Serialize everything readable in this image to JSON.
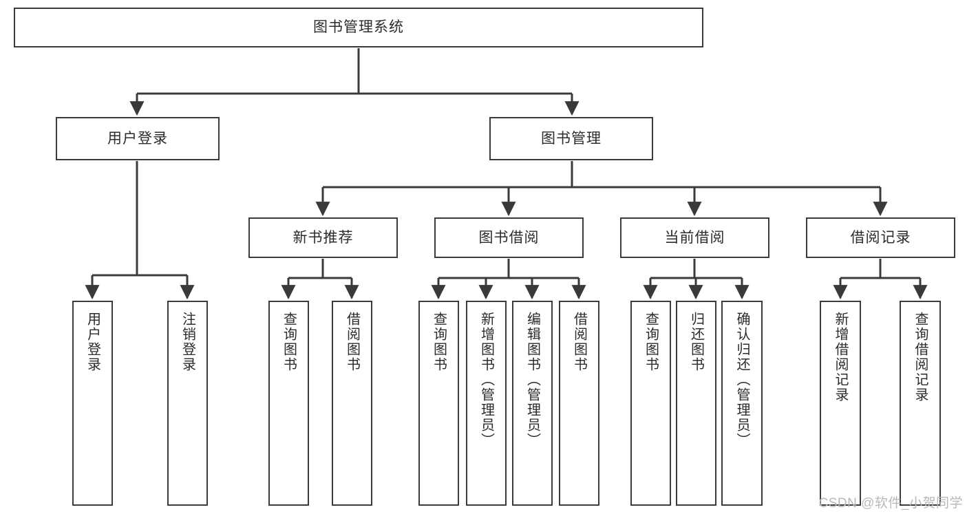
{
  "diagram": {
    "title": "图书管理系统",
    "type": "tree",
    "orientation": "top-down",
    "root": {
      "label": "图书管理系统"
    },
    "level2": [
      {
        "label": "用户登录"
      },
      {
        "label": "图书管理"
      }
    ],
    "level3": [
      {
        "label": "新书推荐"
      },
      {
        "label": "图书借阅"
      },
      {
        "label": "当前借阅"
      },
      {
        "label": "借阅记录"
      }
    ],
    "leaves": {
      "user_login": [
        {
          "label": "用户登录"
        },
        {
          "label": "注销登录"
        }
      ],
      "new_book_recommend": [
        {
          "label": "查询图书"
        },
        {
          "label": "借阅图书"
        }
      ],
      "book_borrow": [
        {
          "label": "查询图书"
        },
        {
          "label": "新增图书（管理员）"
        },
        {
          "label": "编辑图书（管理员）"
        },
        {
          "label": "借阅图书"
        }
      ],
      "current_borrow": [
        {
          "label": "查询图书"
        },
        {
          "label": "归还图书"
        },
        {
          "label": "确认归还（管理员）"
        }
      ],
      "borrow_record": [
        {
          "label": "新增借阅记录"
        },
        {
          "label": "查询借阅记录"
        }
      ]
    }
  },
  "watermark": {
    "text": "CSDN @软件_小贺同学"
  },
  "colors": {
    "box_border": "#3a3a3a",
    "box_fill": "#ffffff",
    "text": "#2b2b2b",
    "connector": "#3a3a3a",
    "watermark": "#b8b8b8",
    "background": "#ffffff"
  }
}
